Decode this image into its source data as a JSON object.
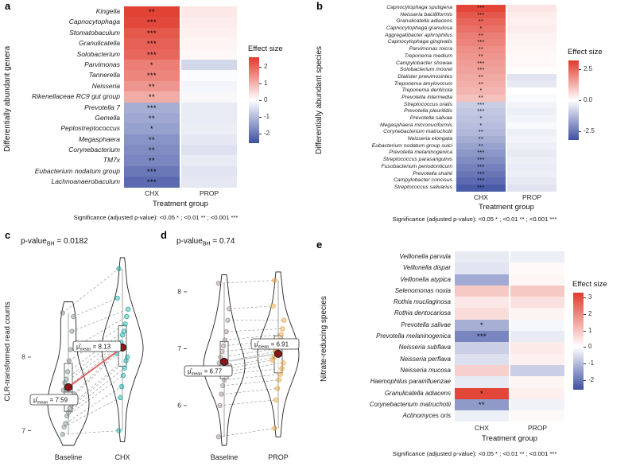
{
  "chart_data": [
    {
      "panel": "a",
      "type": "heatmap",
      "y_title": "Differentially abundant genera",
      "x_title": "Treatment group",
      "columns": [
        "CHX",
        "PROP"
      ],
      "vmax": 2.6,
      "legend": {
        "title": "Effect size",
        "max": 2.6,
        "min": -2.6,
        "ticks": [
          "2",
          "1",
          "0",
          "-1",
          "-2"
        ]
      },
      "footer": "Significance (adjusted p-value): <0.05 * ; <0.01 ** ; <0.001 ***",
      "rows": [
        {
          "label": "Kingella",
          "chx": 2.5,
          "prop": 0.3,
          "sig": "**"
        },
        {
          "label": "Capnocytophaga",
          "chx": 2.4,
          "prop": 0.25,
          "sig": "***"
        },
        {
          "label": "Stomatobaculum",
          "chx": 2.2,
          "prop": 0.2,
          "sig": "***"
        },
        {
          "label": "Granulicatella",
          "chx": 2.1,
          "prop": 0.15,
          "sig": "***"
        },
        {
          "label": "Solobacterium",
          "chx": 2.0,
          "prop": 0.1,
          "sig": "***"
        },
        {
          "label": "Parvimonas",
          "chx": 1.7,
          "prop": -0.6,
          "sig": "*"
        },
        {
          "label": "Tannerella",
          "chx": 1.6,
          "prop": -0.05,
          "sig": "***"
        },
        {
          "label": "Neisseria",
          "chx": 1.4,
          "prop": -0.15,
          "sig": "**"
        },
        {
          "label": "Rikenellaceae RC9 gut group",
          "chx": 1.1,
          "prop": -0.1,
          "sig": "**"
        },
        {
          "label": "Prevotella 7",
          "chx": -1.2,
          "prop": -0.3,
          "sig": "***"
        },
        {
          "label": "Gemella",
          "chx": -1.3,
          "prop": -0.3,
          "sig": "**"
        },
        {
          "label": "Peptostreptococcus",
          "chx": -1.4,
          "prop": -0.25,
          "sig": "*"
        },
        {
          "label": "Megasphaera",
          "chx": -1.6,
          "prop": -0.35,
          "sig": "**"
        },
        {
          "label": "Corynebacterium",
          "chx": -1.7,
          "prop": -0.45,
          "sig": "**"
        },
        {
          "label": "TM7x",
          "chx": -1.8,
          "prop": -0.3,
          "sig": "**"
        },
        {
          "label": "Eubacterium nodatum group",
          "chx": -2.0,
          "prop": -0.4,
          "sig": "***"
        },
        {
          "label": "Lachnoanaerobaculum",
          "chx": -2.2,
          "prop": -0.35,
          "sig": "***"
        }
      ]
    },
    {
      "panel": "b",
      "type": "heatmap",
      "y_title": "Differentially abundant species",
      "x_title": "Treatment group",
      "columns": [
        "CHX",
        "PROP"
      ],
      "vmax": 3.2,
      "legend": {
        "title": "Effect size",
        "max": 3.2,
        "min": -3.2,
        "ticks": [
          "2.5",
          "0.0",
          "-2.5"
        ]
      },
      "footer": "Significance (adjusted p-value): <0.05 * ; <0.01 ** ; <0.001 ***",
      "rows": [
        {
          "label": "Capnocytophaga sputigena",
          "chx": 3.0,
          "prop": 0.4,
          "sig": "***"
        },
        {
          "label": "Neisseria bacilliformis",
          "chx": 2.7,
          "prop": 0.3,
          "sig": "***"
        },
        {
          "label": "Granulicatella adiacens",
          "chx": 2.5,
          "prop": 0.25,
          "sig": "**"
        },
        {
          "label": "Capnocytophaga granulosa",
          "chx": 2.3,
          "prop": 0.3,
          "sig": "*"
        },
        {
          "label": "Aggregatibacter aphrophilus",
          "chx": 2.1,
          "prop": 0.2,
          "sig": "**"
        },
        {
          "label": "Capnocytophaga gingivalis",
          "chx": 2.0,
          "prop": 0.2,
          "sig": "***"
        },
        {
          "label": "Parvimonas micra",
          "chx": 1.8,
          "prop": 0.15,
          "sig": "**"
        },
        {
          "label": "Treponema medium",
          "chx": 1.7,
          "prop": 0.1,
          "sig": "**"
        },
        {
          "label": "Campylobacter showae",
          "chx": 1.6,
          "prop": 0.1,
          "sig": "***"
        },
        {
          "label": "Solobacterium moorei",
          "chx": 1.5,
          "prop": 0.05,
          "sig": "***"
        },
        {
          "label": "Dialister pneumosintes",
          "chx": 1.4,
          "prop": -0.5,
          "sig": "**"
        },
        {
          "label": "Treponema amylovorum",
          "chx": 1.3,
          "prop": -0.4,
          "sig": "**"
        },
        {
          "label": "Treponema denticola",
          "chx": 1.2,
          "prop": 0.0,
          "sig": "*"
        },
        {
          "label": "Prevotella intermedia",
          "chx": 1.0,
          "prop": -0.1,
          "sig": "**"
        },
        {
          "label": "Streptococcus oralis",
          "chx": -0.9,
          "prop": -0.2,
          "sig": "***"
        },
        {
          "label": "Prevotella pleuritidis",
          "chx": -1.0,
          "prop": -0.3,
          "sig": "***"
        },
        {
          "label": "Prevotella salivae",
          "chx": -1.1,
          "prop": -0.2,
          "sig": "*"
        },
        {
          "label": "Megasphaera micronuciformis",
          "chx": -1.2,
          "prop": -0.1,
          "sig": "*"
        },
        {
          "label": "Corynebacterium matruchotii",
          "chx": -1.3,
          "prop": -0.3,
          "sig": "**"
        },
        {
          "label": "Neisseria elongata",
          "chx": -1.5,
          "prop": -0.2,
          "sig": "**"
        },
        {
          "label": "Eubacterium nodatum group sulci",
          "chx": -1.7,
          "prop": -0.3,
          "sig": "**"
        },
        {
          "label": "Prevotella melaninogenica",
          "chx": -1.9,
          "prop": -0.4,
          "sig": "***"
        },
        {
          "label": "Streptococcus parasanguinis",
          "chx": -2.1,
          "prop": -0.3,
          "sig": "***"
        },
        {
          "label": "Fusobacterium periodonticum",
          "chx": -2.3,
          "prop": -0.35,
          "sig": "***"
        },
        {
          "label": "Prevotella shahii",
          "chx": -2.5,
          "prop": -0.3,
          "sig": "***"
        },
        {
          "label": "Campylobacter concisus",
          "chx": -2.7,
          "prop": -0.4,
          "sig": "***"
        },
        {
          "label": "Streptococcus salivarius",
          "chx": -3.0,
          "prop": -0.5,
          "sig": "***"
        }
      ]
    },
    {
      "panel": "c",
      "type": "violin-paired",
      "p_label": {
        "prefix": "p-value",
        "sub": "BH",
        "rest": " = 0.0182"
      },
      "y_title": "CLR-transformed read counts",
      "categories": [
        "Baseline",
        "CHX"
      ],
      "ylim": [
        6.8,
        9.35
      ],
      "y_ticks": [
        7,
        8
      ],
      "points": {
        "baseline": [
          6.95,
          7.05,
          7.1,
          7.2,
          7.25,
          7.3,
          7.35,
          7.45,
          7.5,
          7.55,
          7.65,
          7.7,
          7.8,
          7.95,
          8.1,
          8.35,
          8.55,
          8.6
        ],
        "treatment": [
          7.0,
          7.45,
          7.6,
          7.75,
          7.85,
          7.95,
          8.0,
          8.05,
          8.1,
          8.15,
          8.2,
          8.3,
          8.35,
          8.45,
          8.55,
          8.65,
          8.8,
          9.2
        ]
      },
      "means": {
        "baseline": 7.59,
        "treatment": 8.13
      },
      "mean_labels": {
        "prefix": "μ̂",
        "sub": "mean",
        "baseline": " = 7.59",
        "treatment": " = 8.13"
      },
      "colors": {
        "baseline": "#7c8f8d",
        "treatment": "#1aa7a0",
        "mean": "#8c1515",
        "line": "#e05a5a"
      }
    },
    {
      "panel": "d",
      "type": "violin-paired",
      "p_label": {
        "prefix": "p-value",
        "sub": "BH",
        "rest": " = 0.74"
      },
      "y_title": "",
      "categories": [
        "Baseline",
        "PROP"
      ],
      "ylim": [
        5.3,
        8.6
      ],
      "y_ticks": [
        6,
        7,
        8
      ],
      "points": {
        "baseline": [
          5.45,
          6.0,
          6.2,
          6.35,
          6.45,
          6.55,
          6.6,
          6.65,
          6.7,
          6.75,
          6.85,
          6.95,
          7.05,
          7.15,
          7.3,
          7.5,
          7.7,
          8.15
        ],
        "treatment": [
          5.6,
          6.1,
          6.3,
          6.45,
          6.55,
          6.65,
          6.75,
          6.8,
          6.85,
          6.95,
          7.0,
          7.05,
          7.15,
          7.25,
          7.35,
          7.5,
          7.75,
          8.2
        ]
      },
      "means": {
        "baseline": 6.77,
        "treatment": 6.91
      },
      "mean_labels": {
        "prefix": "μ̂",
        "sub": "mean",
        "baseline": " = 6.77",
        "treatment": " = 6.91"
      },
      "colors": {
        "baseline": "#9b8b8b",
        "treatment": "#e9a13c",
        "mean": "#8c1515",
        "line": "#cccccc"
      }
    },
    {
      "panel": "e",
      "type": "heatmap",
      "y_title": "Nitrate-reducing species",
      "x_title": "Treatment group",
      "columns": [
        "CHX",
        "PROP"
      ],
      "vmax": 3.3,
      "legend": {
        "title": "Effect size",
        "max": 3.3,
        "min": -2.6,
        "ticks": [
          "3",
          "2",
          "1",
          "0",
          "-1",
          "-2"
        ]
      },
      "footer": "Significance (adjusted p-value): <0.05 * ; <0.01 ** ; <0.001 ***",
      "rows": [
        {
          "label": "Veillonella parvula",
          "chx": -0.4,
          "prop": -0.3,
          "sig": ""
        },
        {
          "label": "Veillonella dispar",
          "chx": -0.5,
          "prop": 0.1,
          "sig": ""
        },
        {
          "label": "Veillonella atypica",
          "chx": -1.6,
          "prop": 0.15,
          "sig": ""
        },
        {
          "label": "Selenomonas noxia",
          "chx": 0.9,
          "prop": 0.9,
          "sig": ""
        },
        {
          "label": "Rothia mucilaginosa",
          "chx": 0.4,
          "prop": 0.5,
          "sig": ""
        },
        {
          "label": "Rothia dentocariosa",
          "chx": 0.6,
          "prop": 0.2,
          "sig": ""
        },
        {
          "label": "Prevotella salivae",
          "chx": -1.5,
          "prop": -0.15,
          "sig": "*"
        },
        {
          "label": "Prevotella melaninogenica",
          "chx": -2.3,
          "prop": -0.4,
          "sig": "***"
        },
        {
          "label": "Neisseria subflava",
          "chx": -0.9,
          "prop": 0.35,
          "sig": ""
        },
        {
          "label": "Neisseria perflava",
          "chx": -0.6,
          "prop": 0.25,
          "sig": ""
        },
        {
          "label": "Neisseria mucosa",
          "chx": 0.8,
          "prop": -0.9,
          "sig": ""
        },
        {
          "label": "Haemophilus parainfluenzae",
          "chx": -0.4,
          "prop": 0.15,
          "sig": ""
        },
        {
          "label": "Granulicatella adiacens",
          "chx": 3.1,
          "prop": 0.25,
          "sig": "*"
        },
        {
          "label": "Corynebacterium matruchotii",
          "chx": -1.9,
          "prop": -0.25,
          "sig": "**"
        },
        {
          "label": "Actinomyces oris",
          "chx": -0.3,
          "prop": 0.1,
          "sig": ""
        }
      ]
    }
  ]
}
